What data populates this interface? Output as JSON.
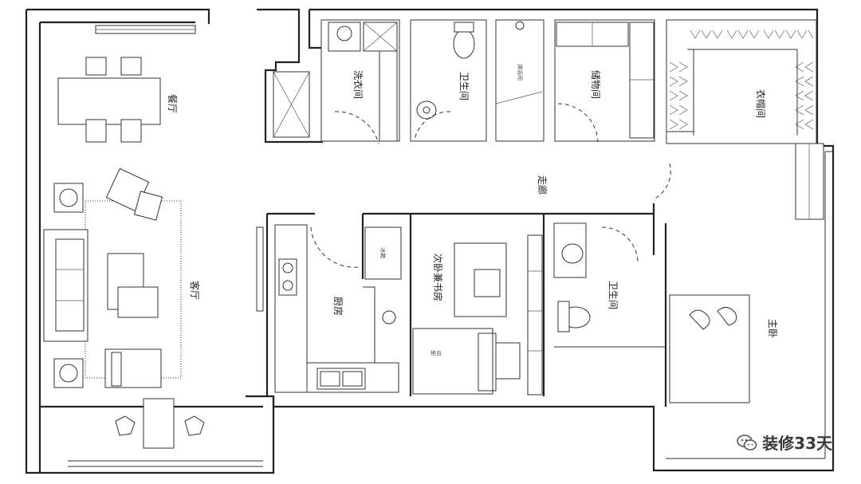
{
  "rooms": {
    "dining": "餐厅",
    "living": "客厅",
    "laundry": "洗衣间",
    "bath1": "卫生间",
    "shower": "淋浴间",
    "storage": "储物间",
    "closet": "衣帽间",
    "corridor": "走廊",
    "kitchen": "厨房",
    "study": "次卧兼书房",
    "bath2": "卫生间",
    "master": "主卧",
    "fridge": "冰箱",
    "bed_small": "地台"
  },
  "watermark": {
    "text": "装修33天",
    "icon": "wechat-icon"
  }
}
